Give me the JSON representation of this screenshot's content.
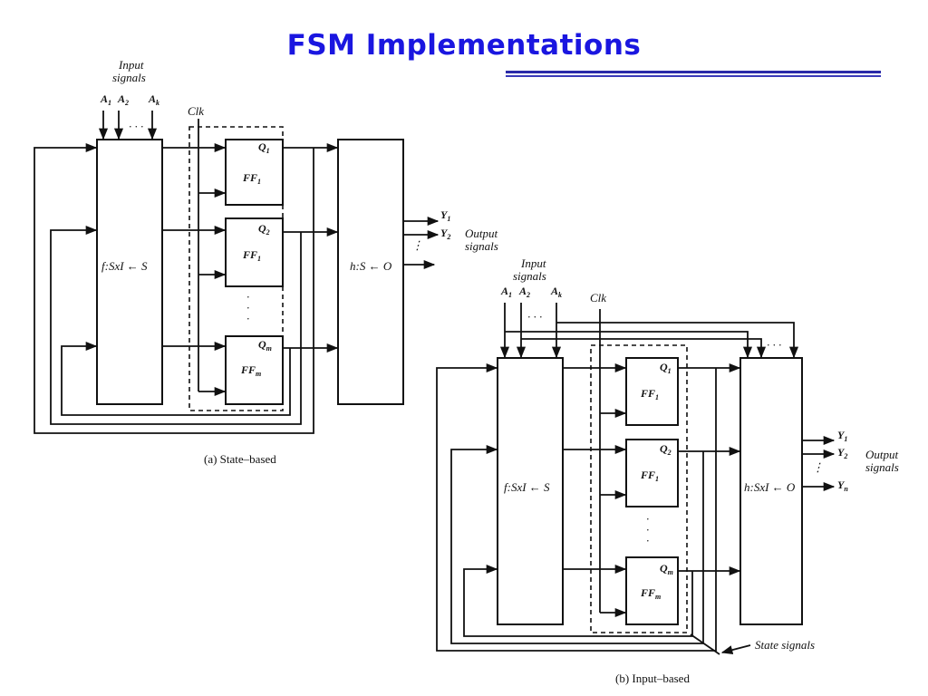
{
  "title": "FSM Implementations",
  "diagram_a": {
    "input_label_1": "Input",
    "input_label_2": "signals",
    "inputs": [
      "A",
      "A",
      "A"
    ],
    "input_subs": [
      "1",
      "2",
      "k"
    ],
    "dots": "· · ·",
    "clk": "Clk",
    "next_state_block": "f:SxI ← S",
    "output_block": "h:S ← O",
    "flipflops": [
      {
        "ff": "FF",
        "ff_sub": "1",
        "q": "Q",
        "q_sub": "1"
      },
      {
        "ff": "FF",
        "ff_sub": "1",
        "q": "Q",
        "q_sub": "2"
      },
      {
        "ff": "FF",
        "ff_sub": "m",
        "q": "Q",
        "q_sub": "m"
      }
    ],
    "outputs": [
      "Y",
      "Y"
    ],
    "output_subs": [
      "1",
      "2"
    ],
    "output_label_1": "Output",
    "output_label_2": "signals",
    "caption": "(a)  State–based"
  },
  "diagram_b": {
    "input_label_1": "Input",
    "input_label_2": "signals",
    "inputs": [
      "A",
      "A",
      "A"
    ],
    "input_subs": [
      "1",
      "2",
      "k"
    ],
    "dots": "· · ·",
    "clk": "Clk",
    "next_state_block": "f:SxI ← S",
    "output_block": "h:SxI ← O",
    "flipflops": [
      {
        "ff": "FF",
        "ff_sub": "1",
        "q": "Q",
        "q_sub": "1"
      },
      {
        "ff": "FF",
        "ff_sub": "1",
        "q": "Q",
        "q_sub": "2"
      },
      {
        "ff": "FF",
        "ff_sub": "m",
        "q": "Q",
        "q_sub": "m"
      }
    ],
    "outputs": [
      "Y",
      "Y",
      "Y"
    ],
    "output_subs": [
      "1",
      "2",
      "n"
    ],
    "output_label_1": "Output",
    "output_label_2": "signals",
    "state_signals": "State signals",
    "caption": "(b)  Input–based"
  }
}
